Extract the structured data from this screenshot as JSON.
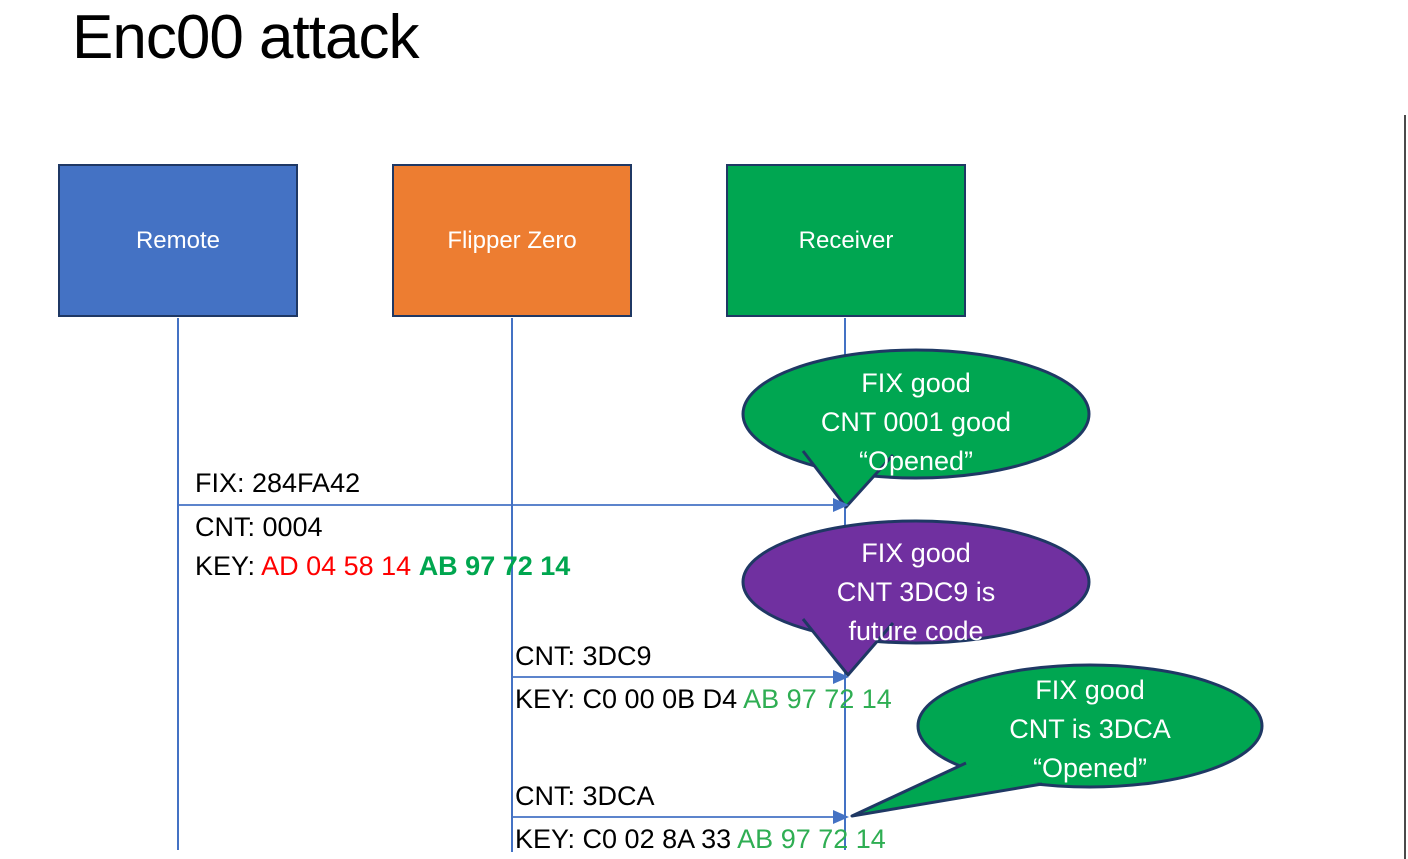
{
  "title": "Enc00 attack",
  "colors": {
    "actor_blue": "#4472C4",
    "actor_orange": "#ED7D31",
    "actor_green": "#00A651",
    "bubble_green": "#00A651",
    "bubble_purple": "#7030A0",
    "shape_border": "#1F3864",
    "line_blue": "#4472C4",
    "key_red": "#FF0000",
    "key_green_bold": "#00A64F",
    "key_green_regular": "#2FAE53"
  },
  "actors": [
    {
      "id": "remote",
      "label": "Remote"
    },
    {
      "id": "flipper-zero",
      "label": "Flipper Zero"
    },
    {
      "id": "receiver",
      "label": "Receiver"
    }
  ],
  "messages": [
    {
      "from": "Remote",
      "to": "Receiver",
      "above": "FIX: 284FA42",
      "below_line1": "CNT: 0004",
      "key_prefix": "KEY: ",
      "key_red": "AD 04 58 14 ",
      "key_green": "AB 97 72 14"
    },
    {
      "from": "Flipper Zero",
      "to": "Receiver",
      "above": "CNT: 3DC9",
      "key_black": "KEY: C0 00 0B D4 ",
      "key_green": "AB 97 72 14"
    },
    {
      "from": "Flipper Zero",
      "to": "Receiver",
      "above": "CNT: 3DCA",
      "key_black": "KEY: C0 02 8A 33 ",
      "key_green": "AB 97 72 14"
    }
  ],
  "bubbles": [
    {
      "color": "green",
      "lines": [
        "FIX good",
        "CNT 0001 good",
        "“Opened”"
      ]
    },
    {
      "color": "purple",
      "lines": [
        "FIX good",
        "CNT 3DC9 is",
        "future code"
      ]
    },
    {
      "color": "green",
      "lines": [
        "FIX good",
        "CNT is 3DCA",
        "“Opened”"
      ]
    }
  ]
}
